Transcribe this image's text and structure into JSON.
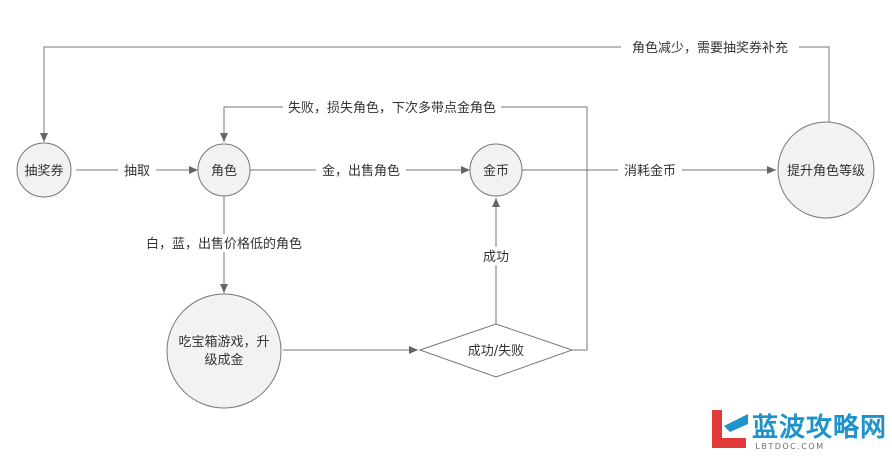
{
  "nodes": {
    "ticket": "抽奖券",
    "role": "角色",
    "coin": "金币",
    "upgrade": "提升角色等级",
    "game_line1": "吃宝箱游戏，升",
    "game_line2": "级成金",
    "decision": "成功/失败"
  },
  "edges": {
    "draw": "抽取",
    "sell_gold": "金，出售角色",
    "consume_coin": "消耗金币",
    "sell_low": "白，蓝，出售价格低的角色",
    "success": "成功",
    "fail": "失败，损失角色，下次多带点金角色",
    "reduce_role": "角色减少，需要抽奖券补充"
  },
  "watermark": {
    "brand": "蓝波攻略网",
    "domain": "LBTDOC.COM"
  },
  "colors": {
    "node_fill": "#f2f2f2",
    "stroke": "#777777",
    "arrow": "#666666",
    "text": "#333333",
    "logo_blue": "#1d93c9",
    "logo_red": "#e23a3a"
  }
}
